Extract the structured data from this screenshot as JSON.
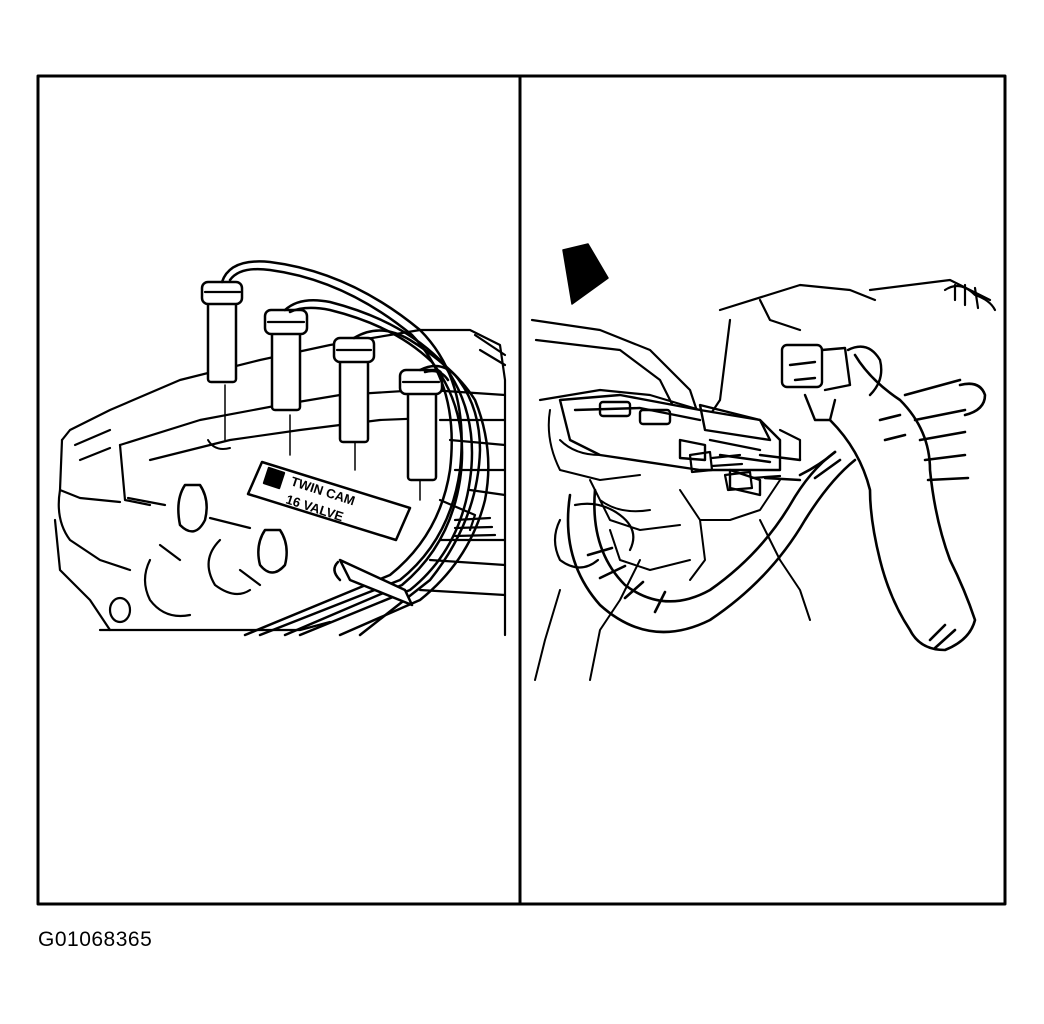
{
  "figure_id": "G01068365",
  "valve_cover_badge": {
    "line1": "TWIN CAM",
    "line2": "16 VALVE"
  },
  "panels": [
    {
      "id": "left",
      "subject": "ignition-wires-on-valve-cover"
    },
    {
      "id": "right",
      "subject": "wire-harness-and-connectors"
    }
  ],
  "colors": {
    "ink": "#000000",
    "paper": "#ffffff"
  }
}
